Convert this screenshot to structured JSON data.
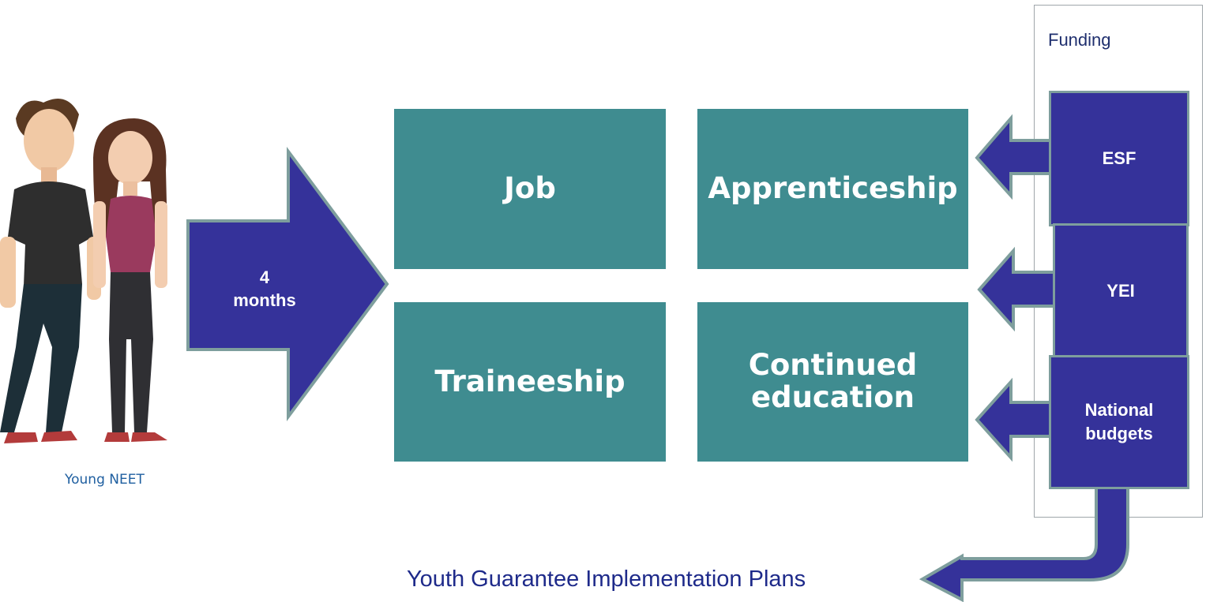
{
  "young_label": "Young NEET",
  "arrow_label_line1": "4",
  "arrow_label_line2": "months",
  "tiles": {
    "job": "Job",
    "apprenticeship": "Apprenticeship",
    "traineeship": "Traineeship",
    "continued_line1": "Continued",
    "continued_line2": "education"
  },
  "funding": {
    "title": "Funding",
    "esf": "ESF",
    "yei": "YEI",
    "national_line1": "National",
    "national_line2": "budgets"
  },
  "plans_label": "Youth Guarantee Implementation Plans",
  "colors": {
    "tile": "#3f8c90",
    "arrow": "#35329a",
    "arrow_border": "#7e9e9d"
  }
}
